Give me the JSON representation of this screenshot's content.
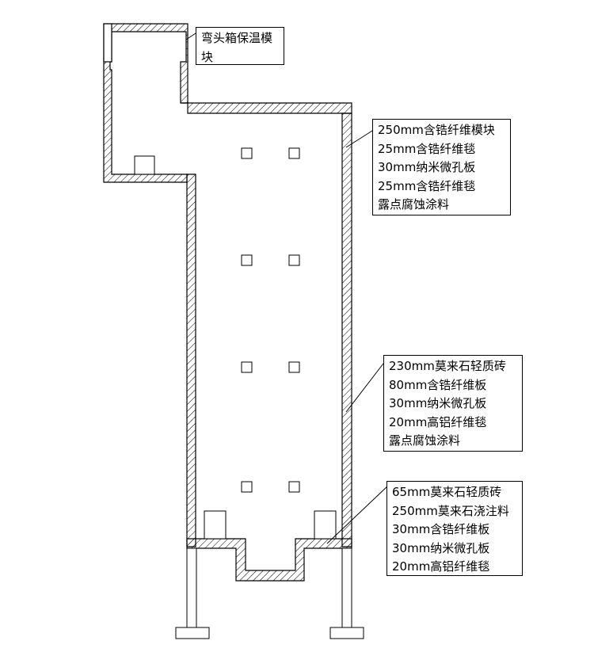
{
  "colors": {
    "stroke": "#000000",
    "background": "#ffffff",
    "hatch": "#000000"
  },
  "labels": {
    "elbow_box": [
      "弯头箱保温模",
      "块"
    ],
    "upper_wall": [
      "250mm含锆纤维模块",
      "25mm含锆纤维毯",
      "30mm纳米微孔板",
      "25mm含锆纤维毯",
      "露点腐蚀涂料"
    ],
    "middle_wall": [
      "230mm莫来石轻质砖",
      "80mm含锆纤维板",
      "30mm纳米微孔板",
      "20mm高铝纤维毯",
      "露点腐蚀涂料"
    ],
    "bottom": [
      "65mm莫来石轻质砖",
      "250mm莫来石浇注料",
      "30mm含锆纤维板",
      "30mm纳米微孔板",
      "20mm高铝纤维毯"
    ]
  }
}
